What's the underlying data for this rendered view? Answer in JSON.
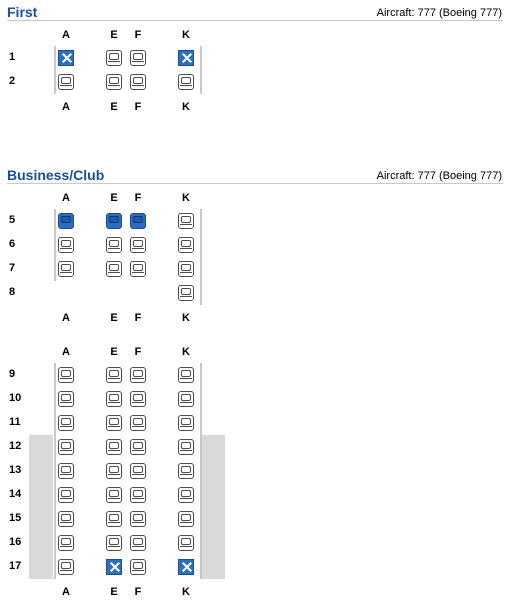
{
  "sections": [
    {
      "title": "First",
      "aircraft": "Aircraft: 777 (Boeing 777)",
      "columns": [
        "A",
        "E",
        "F",
        "K"
      ],
      "rows": [
        {
          "number": "1",
          "seats": [
            "occupied",
            "available",
            "available",
            "occupied"
          ]
        },
        {
          "number": "2",
          "seats": [
            "available",
            "available",
            "available",
            "available"
          ]
        }
      ]
    },
    {
      "title": "Business/Club",
      "aircraft": "Aircraft: 777 (Boeing 777)",
      "columns": [
        "A",
        "E",
        "F",
        "K"
      ],
      "rows": [
        {
          "number": "5",
          "seats": [
            "selected",
            "selected",
            "selected",
            "available"
          ]
        },
        {
          "number": "6",
          "seats": [
            "available",
            "available",
            "available",
            "available"
          ]
        },
        {
          "number": "7",
          "seats": [
            "available",
            "available",
            "available",
            "available"
          ]
        },
        {
          "number": "8",
          "seats": [
            null,
            null,
            null,
            "available"
          ]
        }
      ]
    },
    {
      "title": "",
      "aircraft": "",
      "columns": [
        "A",
        "E",
        "F",
        "K"
      ],
      "exit_rows": [
        "12",
        "13",
        "14",
        "15",
        "16",
        "17"
      ],
      "rows": [
        {
          "number": "9",
          "seats": [
            "available",
            "available",
            "available",
            "available"
          ]
        },
        {
          "number": "10",
          "seats": [
            "available",
            "available",
            "available",
            "available"
          ]
        },
        {
          "number": "11",
          "seats": [
            "available",
            "available",
            "available",
            "available"
          ]
        },
        {
          "number": "12",
          "seats": [
            "available",
            "available",
            "available",
            "available"
          ]
        },
        {
          "number": "13",
          "seats": [
            "available",
            "available",
            "available",
            "available"
          ]
        },
        {
          "number": "14",
          "seats": [
            "available",
            "available",
            "available",
            "available"
          ]
        },
        {
          "number": "15",
          "seats": [
            "available",
            "available",
            "available",
            "available"
          ]
        },
        {
          "number": "16",
          "seats": [
            "available",
            "available",
            "available",
            "available"
          ]
        },
        {
          "number": "17",
          "seats": [
            "available",
            "occupied",
            "available",
            "occupied"
          ]
        }
      ]
    }
  ],
  "colors": {
    "title": "#1a4f9c",
    "selected_seat": "#2b6cc4",
    "occupied_seat": "#2f6fc0",
    "exit_band": "#d9d9d9"
  }
}
